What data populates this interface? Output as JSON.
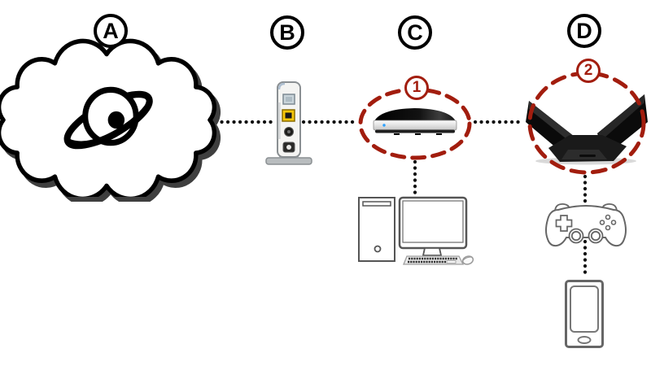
{
  "diagram": {
    "labels": {
      "a": "A",
      "b": "B",
      "c": "C",
      "d": "D"
    },
    "callouts": {
      "c1": "1",
      "c2": "2"
    },
    "colors": {
      "background": "#FFFFFF",
      "callout_red": "#A21D0E",
      "connector_dot_black": "#111111",
      "outline_black": "#000000",
      "device_outline_gray": "#666666",
      "modem_ethernet_yellow": "#F6C60A",
      "led_blue": "#2AA0FF"
    },
    "icons": {
      "a": "internet-cloud-icon",
      "a_inner": "orbit-globe-icon",
      "b": "modem-icon",
      "c": "router-icon",
      "d": "gaming-router-icon",
      "pc": "desktop-computer-icon",
      "pad": "gamepad-icon",
      "phone": "smartphone-icon"
    },
    "nodes": [
      {
        "key": "A",
        "type": "internet-cloud"
      },
      {
        "key": "B",
        "type": "modem"
      },
      {
        "key": "C",
        "type": "router",
        "callout": "1"
      },
      {
        "key": "D",
        "type": "gaming-router",
        "callout": "2"
      },
      {
        "key": "computer",
        "type": "desktop-computer"
      },
      {
        "key": "controller",
        "type": "game-controller"
      },
      {
        "key": "phone",
        "type": "smartphone"
      }
    ],
    "edges": [
      {
        "from": "A",
        "to": "B",
        "style": "dotted"
      },
      {
        "from": "B",
        "to": "C",
        "style": "dotted"
      },
      {
        "from": "C",
        "to": "D",
        "style": "dotted"
      },
      {
        "from": "C",
        "to": "computer",
        "style": "dotted"
      },
      {
        "from": "D",
        "to": "controller",
        "style": "dotted"
      },
      {
        "from": "controller",
        "to": "phone",
        "style": "dotted"
      }
    ]
  }
}
